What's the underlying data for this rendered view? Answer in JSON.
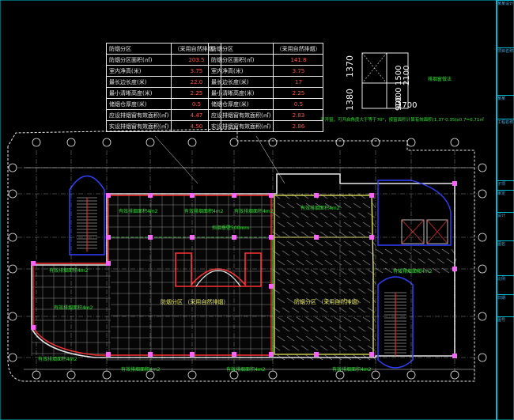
{
  "table_left": {
    "header": [
      "防烟分区",
      "（采用自然排烟）"
    ],
    "rows": [
      [
        "防烟分区面积(㎡)",
        "203.5"
      ],
      [
        "室内净高(米)",
        "3.75"
      ],
      [
        "最长边长度(米)",
        "22.0"
      ],
      [
        "最小清晰高度(米)",
        "2.25"
      ],
      [
        "储烟仓厚度(米)",
        "0.5"
      ],
      [
        "应设排烟窗有效面积(㎡)",
        "4.47"
      ],
      [
        "实设排烟窗有效面积(㎡)",
        "4.50"
      ]
    ]
  },
  "table_right": {
    "header": [
      "防烟分区",
      "（采用自然排烟）"
    ],
    "rows": [
      [
        "防烟分区面积(㎡)",
        "141.8"
      ],
      [
        "室内净高(米)",
        "3.75"
      ],
      [
        "最长边长度(米)",
        "17"
      ],
      [
        "最小清晰高度(米)",
        "2.25"
      ],
      [
        "储烟仓厚度(米)",
        "0.5"
      ],
      [
        "应设排烟窗有效面积(㎡)",
        "2.83"
      ],
      [
        "实设排烟窗有效面积(㎡)",
        "2.86"
      ]
    ]
  },
  "window_detail": {
    "dims_left": [
      "1380",
      "1370"
    ],
    "dims_right": [
      "1000",
      "1500",
      "2100"
    ],
    "dims_bottom": [
      "1700",
      "900"
    ],
    "label": "排烟窗做法",
    "note": "平开窗，可开启角度大于等于70°，按窗面积计算有效面积(1.37-0.35)x0.7=0.71㎡"
  },
  "plan_labels": {
    "zone1": "防烟分区",
    "zone1_note": "（采用自然排烟）",
    "zone2": "防烟分区",
    "zone2_note": "（采用自然排烟）",
    "smoke_wall": "挡烟垂壁500mm",
    "area_labels": [
      "有效排烟面积4m2",
      "有效排烟面积4m2",
      "有效排烟面积4m2",
      "有效排烟面积4m2",
      "有效排烟面积4m2",
      "有效排烟面积4m2",
      "有效排烟面积4m2",
      "有效排烟面积4m2",
      "有效排烟面积4m2",
      "有效排烟面积4m2"
    ]
  },
  "title_block": {
    "rows": [
      "某某设计",
      "项目名称",
      "某某",
      "工程名称",
      "子项",
      "审定",
      "设计",
      "图名",
      "比例",
      "日期",
      "图号"
    ]
  },
  "colors": {
    "background": "#000000",
    "line_white": "#e8e8e8",
    "grid": "#b0b0b0",
    "wall_red": "#ff3030",
    "zone_yellow": "#f0f060",
    "green": "#30e030",
    "blue": "#3040ff",
    "cyan": "#00bcd4",
    "magenta": "#ff60ff"
  }
}
